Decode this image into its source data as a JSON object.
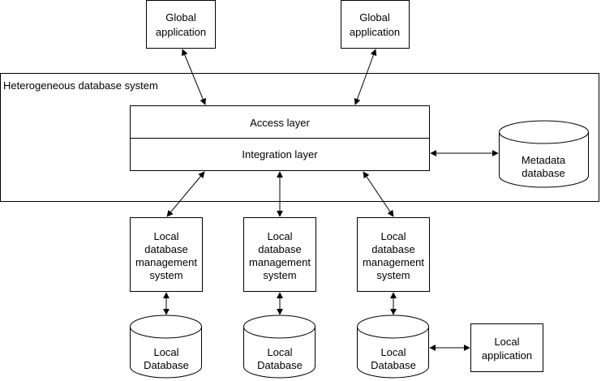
{
  "global_apps": [
    {
      "lines": [
        "Global",
        "application"
      ]
    },
    {
      "lines": [
        "Global",
        "application"
      ]
    }
  ],
  "system_label": "Heterogeneous database system",
  "access_layer": "Access layer",
  "integration_layer": "Integration layer",
  "metadata_db": {
    "lines": [
      "Metadata",
      "database"
    ]
  },
  "local_dbms": [
    {
      "lines": [
        "Local",
        "database",
        "management",
        "system"
      ]
    },
    {
      "lines": [
        "Local",
        "database",
        "management",
        "system"
      ]
    },
    {
      "lines": [
        "Local",
        "database",
        "management",
        "system"
      ]
    }
  ],
  "local_databases": [
    {
      "lines": [
        "Local",
        "Database"
      ]
    },
    {
      "lines": [
        "Local",
        "Database"
      ]
    },
    {
      "lines": [
        "Local",
        "Database"
      ]
    }
  ],
  "local_app": {
    "lines": [
      "Local",
      "application"
    ]
  }
}
